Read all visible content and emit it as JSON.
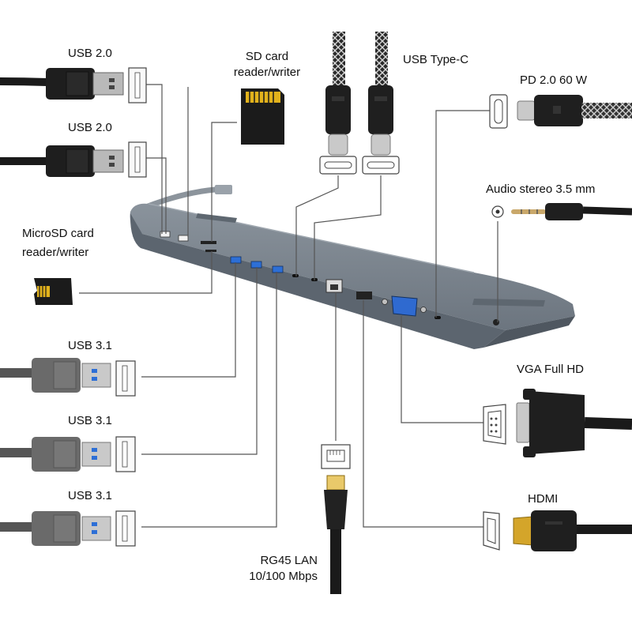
{
  "labels": {
    "usb2_top": "USB 2.0",
    "usb2_second": "USB 2.0",
    "sd_line1": "SD card",
    "sd_line2": "reader/writer",
    "usbc": "USB Type-C",
    "pd": "PD 2.0 60 W",
    "audio": "Audio stereo 3.5 mm",
    "microsd_line1": "MicroSD card",
    "microsd_line2": "reader/writer",
    "usb31_a": "USB 3.1",
    "usb31_b": "USB 3.1",
    "usb31_c": "USB 3.1",
    "vga": "VGA Full HD",
    "hdmi": "HDMI",
    "lan_line1": "RG45 LAN",
    "lan_line2": "10/100 Mbps"
  },
  "colors": {
    "hub_body": "#717b86",
    "hub_face": "#59626c",
    "usb3_port": "#2d6fd6",
    "cable": "#1a1a1a",
    "sd_contacts": "#e2b21c",
    "leader_line": "#555555"
  }
}
